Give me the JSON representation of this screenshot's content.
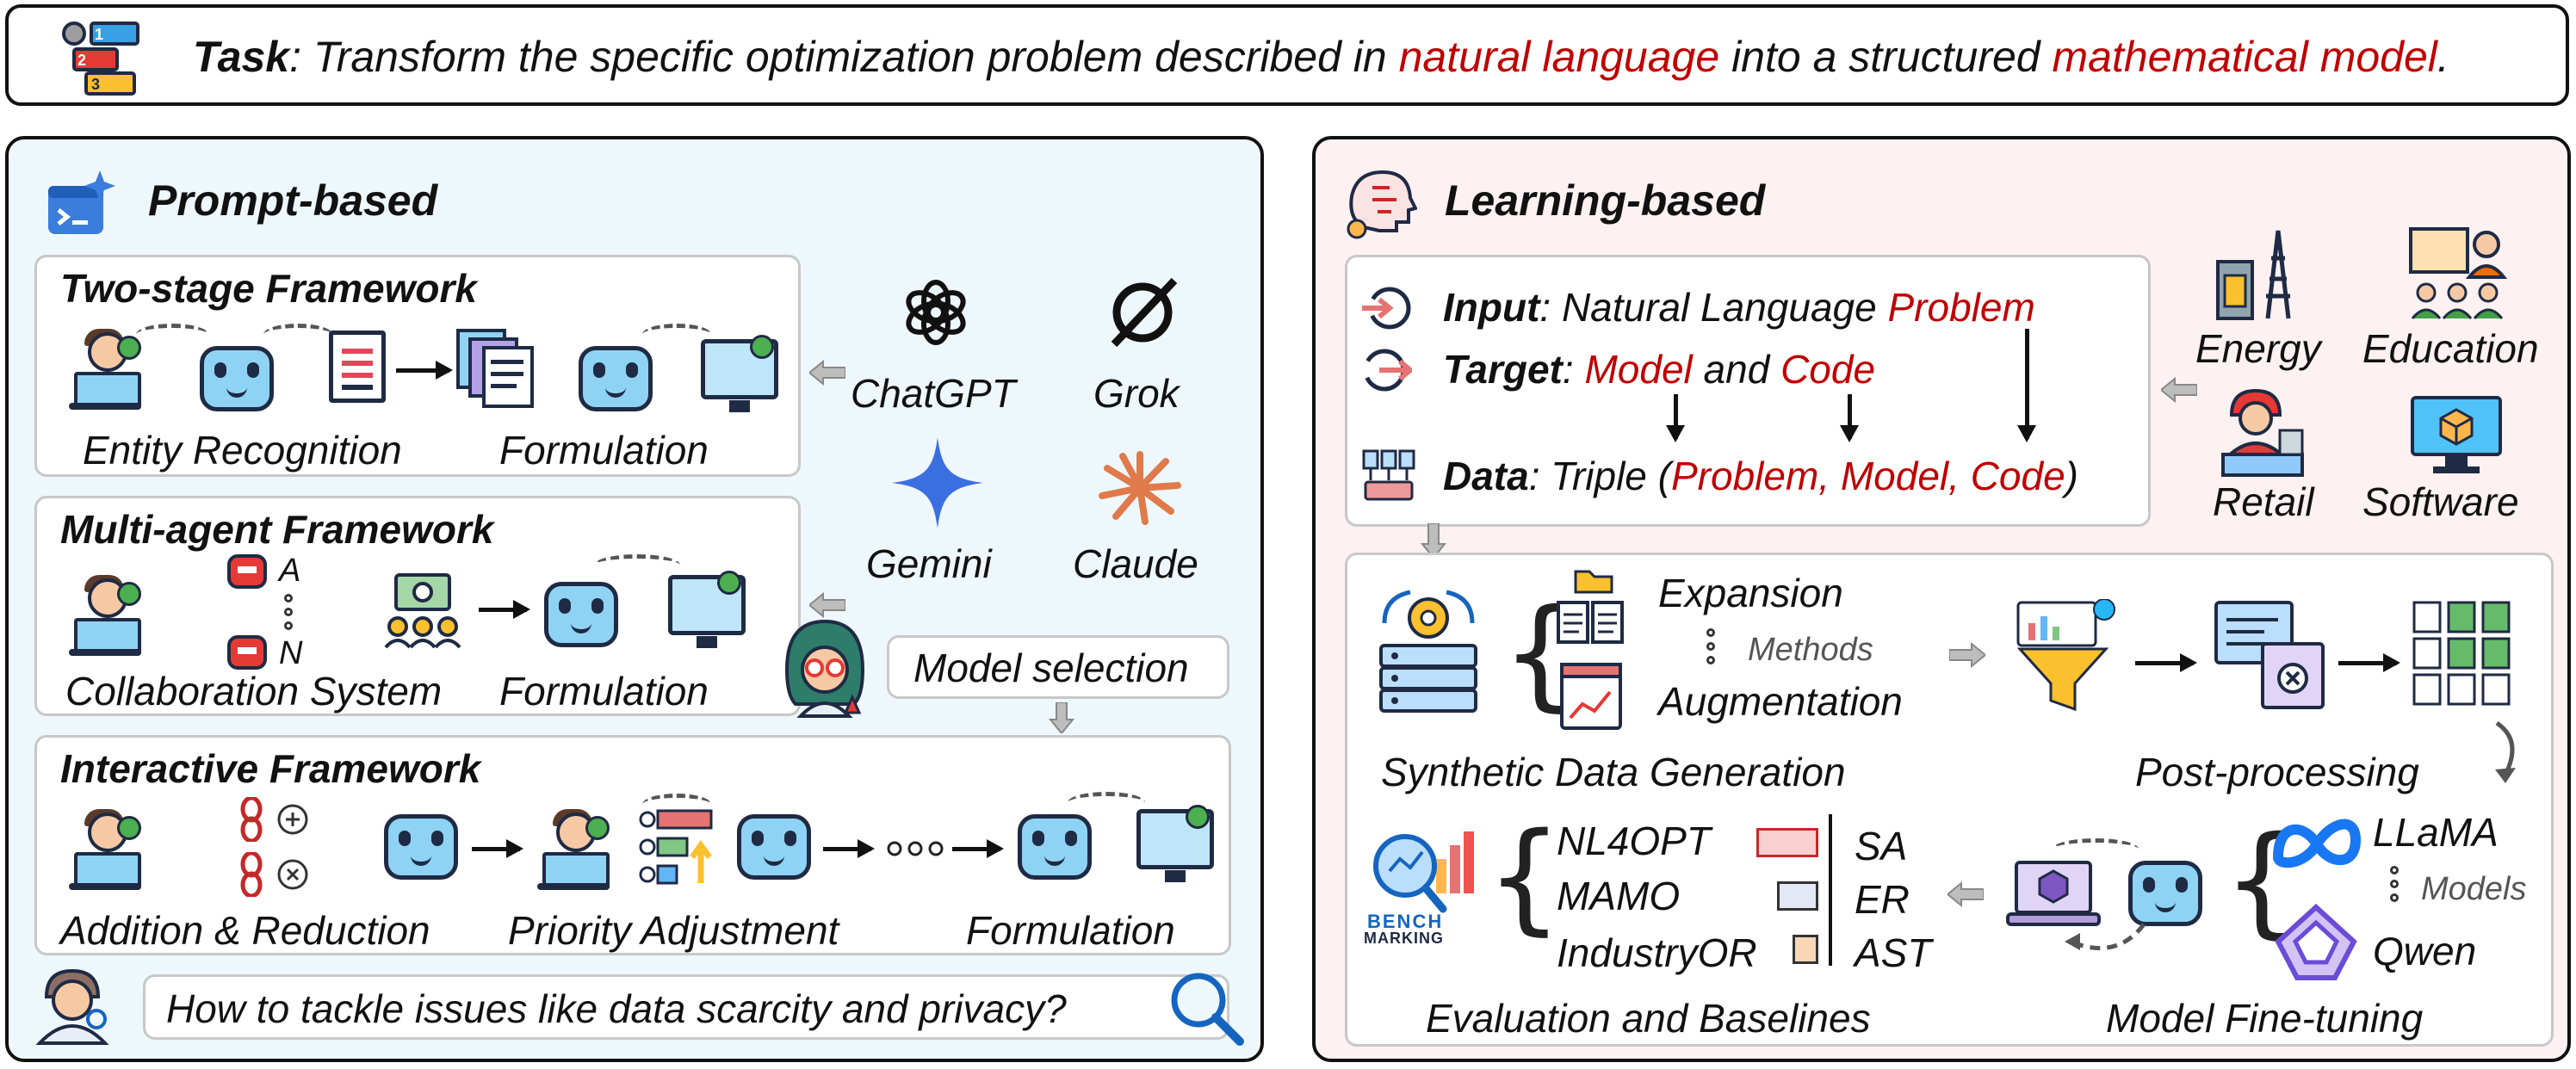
{
  "task": {
    "label": "Task",
    "text_1": ": Transform the specific optimization problem described in ",
    "highlight_1": "natural language",
    "text_2": " into a structured ",
    "highlight_2": "mathematical model",
    "text_3": "."
  },
  "prompt_based": {
    "title": "Prompt-based",
    "two_stage": {
      "title": "Two-stage Framework",
      "label_1": "Entity Recognition",
      "label_2": "Formulation"
    },
    "multi_agent": {
      "title": "Multi-agent Framework",
      "agent_a": "A",
      "agent_n": "N",
      "label_1": "Collaboration System",
      "label_2": "Formulation"
    },
    "interactive": {
      "title": "Interactive Framework",
      "label_1": "Addition & Reduction",
      "label_2": "Priority Adjustment",
      "label_3": "Formulation"
    },
    "models": [
      "ChatGPT",
      "Grok",
      "Gemini",
      "Claude"
    ],
    "model_selection": "Model selection",
    "question": "How to tackle issues like data scarcity and privacy?"
  },
  "learning_based": {
    "title": "Learning-based",
    "input_label": "Input",
    "input_text": ": Natural Language ",
    "input_highlight": "Problem",
    "target_label": "Target",
    "target_sep": ": ",
    "target_h1": "Model",
    "target_and": " and ",
    "target_h2": "Code",
    "data_label": "Data",
    "data_text": ": Triple (",
    "data_highlight": "Problem, Model, Code",
    "data_close": ")",
    "domains": [
      "Energy",
      "Education",
      "Retail",
      "Software"
    ],
    "synthetic": {
      "expansion": "Expansion",
      "methods": "Methods",
      "augmentation": "Augmentation",
      "caption": "Synthetic Data Generation"
    },
    "post_processing": "Post-processing",
    "evaluation": {
      "datasets": [
        "NL4OPT",
        "MAMO",
        "IndustryOR"
      ],
      "metrics": [
        "SA",
        "ER",
        "AST"
      ],
      "caption": "Evaluation and Baselines",
      "bench_line1": "BENCH",
      "bench_line2": "MARKING"
    },
    "finetune": {
      "models": [
        "LLaMA",
        "Qwen"
      ],
      "models_label": "Models",
      "caption": "Model Fine-tuning"
    }
  },
  "colors": {
    "accent_red": "#c00000",
    "prompt_bg": "#eef7fb",
    "learning_bg": "#fdf1f1",
    "border": "#111111",
    "inner_border": "#c8c8c8"
  }
}
